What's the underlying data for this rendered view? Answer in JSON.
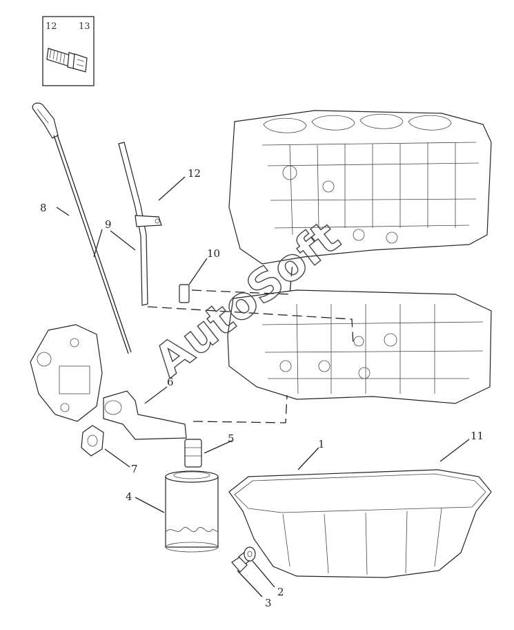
{
  "inset": {
    "labels": [
      "12",
      "13"
    ]
  },
  "callouts": [
    "1",
    "2",
    "3",
    "4",
    "5",
    "6",
    "7",
    "8",
    "9",
    "10",
    "11",
    "12"
  ],
  "watermark": "AutoSoft"
}
